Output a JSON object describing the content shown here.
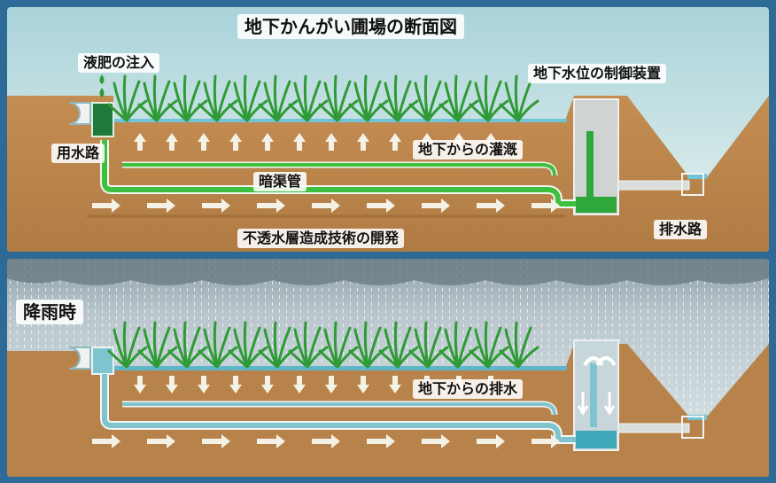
{
  "title": "地下かんがい圃場の断面図",
  "labels": {
    "fertilizer_injection": "液肥の注入",
    "water_channel": "用水路",
    "water_level_control": "地下水位の制御装置",
    "subsurface_irrigation": "地下からの灌漑",
    "underdrain_pipe": "暗渠管",
    "drainage_channel": "排水路",
    "impermeable_layer_tech": "不透水層造成技術の開発",
    "rainfall": "降雨時",
    "subsurface_drainage": "地下からの排水"
  },
  "colors": {
    "frame": "#2d6a96",
    "soil": "#b8834a",
    "soil_dark": "#8a5a2a",
    "sky": "#cfe5e8",
    "grass": "#2f9a36",
    "pipe_irrigation": "#3fbf3f",
    "pipe_drainage": "#7fc3cf",
    "water_surface": "#6fc4d6",
    "arrow": "#f4f1e6"
  },
  "icons": [
    "water-drop-icon",
    "up-arrow-icon",
    "down-arrow-icon",
    "right-arrow-icon",
    "rice-plant-icon"
  ]
}
